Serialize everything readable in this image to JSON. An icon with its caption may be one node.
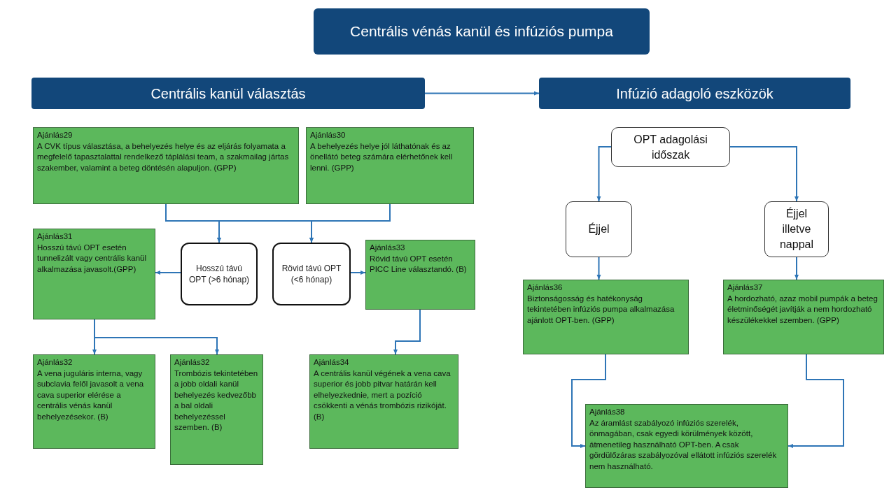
{
  "diagram": {
    "nodes": [
      {
        "text": [
          "Centrális vénás kanül és infúziós pumpa"
        ]
      },
      {
        "text": [
          "Centrális kanül választás"
        ]
      },
      {
        "text": [
          "Infúzió adagoló eszközök"
        ]
      },
      {
        "text": [
          "Ajánlás29",
          "A CVK típus választása, a behelyezés helye és az eljárás folyamata a megfelelő tapasztalattal rendelkező táplálási team, a szakmailag jártas szakember, valamint a beteg döntésén alapuljon. (GPP)"
        ]
      },
      {
        "text": [
          "Ajánlás30",
          "A behelyezés helye jól láthatónak és az önellátó beteg számára elérhetőnek kell lenni. (GPP)"
        ]
      },
      {
        "text": [
          "Ajánlás31",
          "Hosszú távú OPT esetén tunnelizált vagy centrális kanül alkalmazása javasolt.(GPP)"
        ]
      },
      {
        "text": [
          "Hosszú távú OPT (>6 hónap)"
        ]
      },
      {
        "text": [
          "Rövid távú OPT (<6 hónap)"
        ]
      },
      {
        "text": [
          "Ajánlás33",
          "Rövid távú OPT esetén PICC Line választandó. (B)"
        ]
      },
      {
        "text": [
          "Ajánlás32",
          "A vena juguláris interna, vagy subclavia felől javasolt a vena cava superior elérése a centrális vénás kanül behelyezésekor. (B)"
        ]
      },
      {
        "text": [
          "Ajánlás32",
          "Trombózis tekintetében a jobb oldali kanül behelyezés kedvezőbb a bal oldali behelyezéssel szemben. (B)"
        ]
      },
      {
        "text": [
          "Ajánlás34",
          "A centrális kanül végének a vena cava superior és jobb pitvar határán kell elhelyezkednie, mert a pozíció csökkenti a vénás trombózis rizikóját. (B)"
        ]
      },
      {
        "text": [
          "OPT adagolási időszak"
        ]
      },
      {
        "text": [
          "Éjjel"
        ]
      },
      {
        "text": [
          "Éjjel illetve nappal"
        ]
      },
      {
        "text": [
          "Ajánlás36",
          "Biztonságosság és hatékonyság tekintetében infúziós pumpa alkalmazása ajánlott OPT-ben. (GPP)"
        ]
      },
      {
        "text": [
          "Ajánlás37",
          "A hordozható, azaz mobil pumpák a beteg életminőségét javítják a nem hordozható készülékekkel szemben. (GPP)"
        ]
      },
      {
        "text": [
          "Ajánlás38",
          "Az áramlást szabályozó infúziós szerelék, önmagában, csak egyedi körülmények között, átmenetileg használható OPT-ben. A csak gördülőzáras szabályozóval ellátott infúziós szerelék nem használható."
        ]
      }
    ],
    "edges": [
      {
        "from": 1,
        "to": 2,
        "arrow": "to"
      },
      {
        "from": 3,
        "to": 6,
        "arrow": "to"
      },
      {
        "from": 3,
        "to": 7,
        "arrow": "to"
      },
      {
        "from": 4,
        "to": 6,
        "arrow": "to"
      },
      {
        "from": 4,
        "to": 7,
        "arrow": "to"
      },
      {
        "from": 6,
        "to": 5,
        "arrow": "to"
      },
      {
        "from": 7,
        "to": 8,
        "arrow": "to"
      },
      {
        "from": 5,
        "to": 9,
        "arrow": "to"
      },
      {
        "from": 5,
        "to": 10,
        "arrow": "to"
      },
      {
        "from": 8,
        "to": 11,
        "arrow": "to"
      },
      {
        "from": 12,
        "to": 13,
        "arrow": "to"
      },
      {
        "from": 12,
        "to": 14,
        "arrow": "to"
      },
      {
        "from": 13,
        "to": 15,
        "arrow": "to"
      },
      {
        "from": 14,
        "to": 16,
        "arrow": "to"
      },
      {
        "from": 15,
        "to": 17,
        "arrow": "to"
      },
      {
        "from": 16,
        "to": 17,
        "arrow": "to"
      }
    ]
  }
}
